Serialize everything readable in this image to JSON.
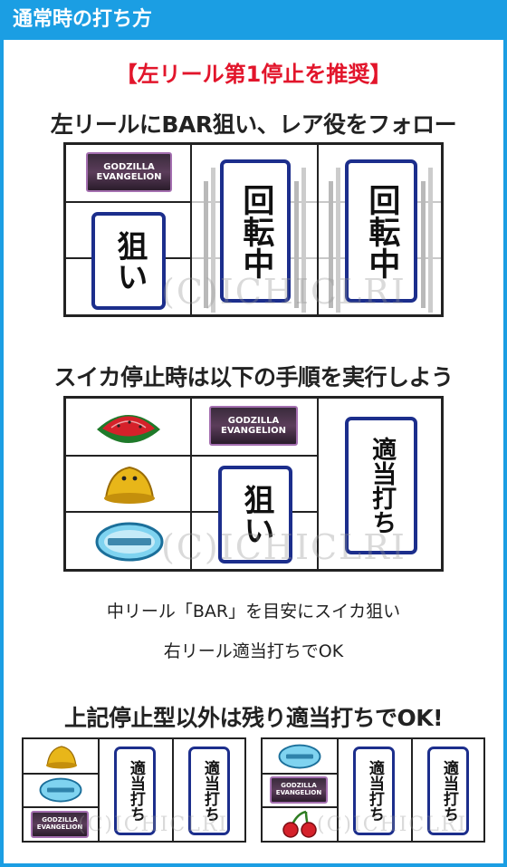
{
  "header": {
    "title": "通常時の打ち方"
  },
  "section1": {
    "recommend": "【左リール第1停止を推奨】",
    "heading": "左リールにBAR狙い、レア役をフォロー",
    "left_target": "狙い",
    "spinning": "回転中",
    "watermark": "(C)ICHICLRI",
    "logo_line1": "GODZILLA",
    "logo_line2": "EVANGELION"
  },
  "section2": {
    "heading": "スイカ停止時は以下の手順を実行しよう",
    "middle_target": "狙い",
    "right_action": "適当打ち",
    "note1": "中リール「BAR」を目安にスイカ狙い",
    "note2": "右リール適当打ちでOK",
    "watermark": "(C)ICHICLRI",
    "logo_line1": "GODZILLA",
    "logo_line2": "EVANGELION"
  },
  "section3": {
    "heading": "上記停止型以外は残り適当打ちでOK!",
    "action": "適当打ち",
    "watermark": "(C)ICHICLRI",
    "logo_line1": "GODZILLA",
    "logo_line2": "EVANGELION"
  },
  "colors": {
    "accent": "#1b9ee3",
    "emphasis": "#e2152b",
    "card_border": "#1c2e8c"
  },
  "icons": [
    "watermelon-icon",
    "bell-icon",
    "replay-icon",
    "cherry-icon",
    "godzilla-evangelion-logo"
  ]
}
